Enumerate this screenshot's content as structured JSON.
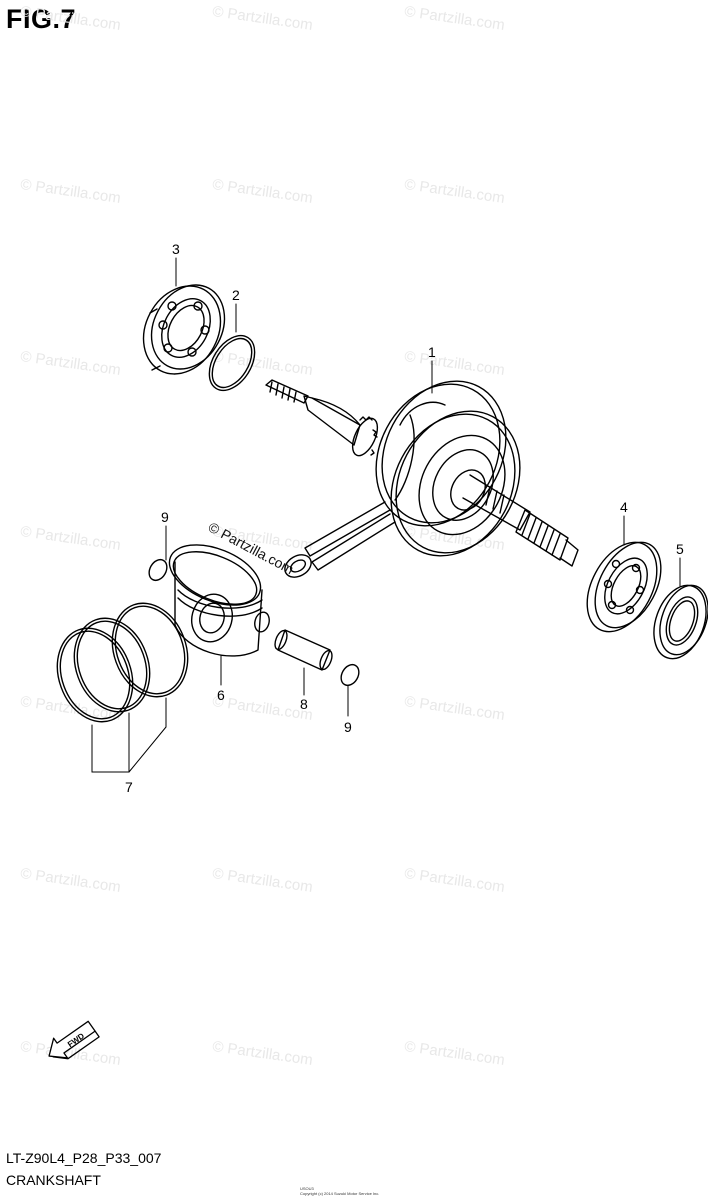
{
  "figure_title": "FIG.7",
  "diagram_code": "LT-Z90L4_P28_P33_007",
  "diagram_name": "CRANKSHAFT",
  "watermark_text": "© Partzilla.com",
  "fwd_label": "FWD",
  "fine_print_code": "USOU3",
  "fine_print_copyright": "Copyright (c) 2014 Suzuki Motor Service Inc.",
  "callouts": {
    "c1": "1",
    "c2": "2",
    "c3": "3",
    "c4": "4",
    "c5": "5",
    "c6": "6",
    "c7": "7",
    "c8": "8",
    "c9a": "9",
    "c9b": "9"
  }
}
